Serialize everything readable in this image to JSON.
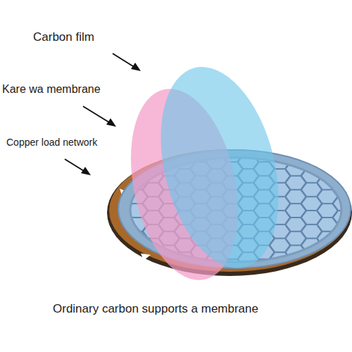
{
  "diagram": {
    "caption": "Ordinary carbon supports a membrane",
    "labels": [
      "Carbon film",
      "Kare wa membrane",
      "Copper load network"
    ]
  }
}
